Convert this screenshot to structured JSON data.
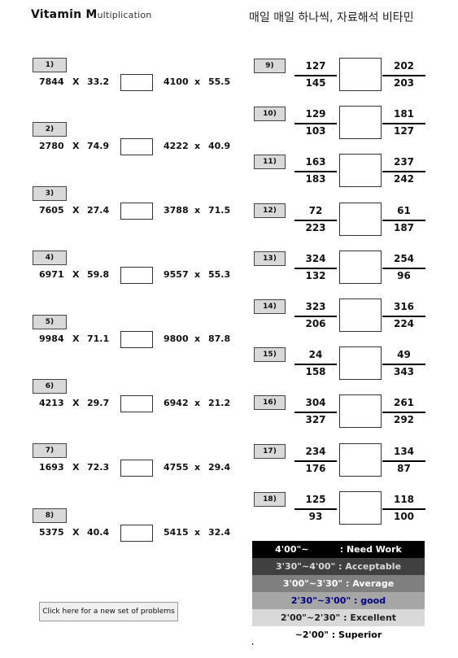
{
  "header": {
    "title": "Vitamin M",
    "title_sub": "ultiplication",
    "subtitle": "매일 매일 하나씩, 자료해석 비타민"
  },
  "left_problems": [
    {
      "num": "1)",
      "a": "7844",
      "b": "33.2",
      "c": "4100",
      "d": "55.5"
    },
    {
      "num": "2)",
      "a": "2780",
      "b": "74.9",
      "c": "4222",
      "d": "40.9"
    },
    {
      "num": "3)",
      "a": "7605",
      "b": "27.4",
      "c": "3788",
      "d": "71.5"
    },
    {
      "num": "4)",
      "a": "6971",
      "b": "59.8",
      "c": "9557",
      "d": "55.3"
    },
    {
      "num": "5)",
      "a": "9984",
      "b": "71.1",
      "c": "9800",
      "d": "87.8"
    },
    {
      "num": "6)",
      "a": "4213",
      "b": "29.7",
      "c": "6942",
      "d": "21.2"
    },
    {
      "num": "7)",
      "a": "1693",
      "b": "72.3",
      "c": "4755",
      "d": "29.4"
    },
    {
      "num": "8)",
      "a": "5375",
      "b": "40.4",
      "c": "5415",
      "d": "32.4"
    }
  ],
  "right_problems": [
    {
      "num": "9)",
      "n1": "127",
      "d1": "145",
      "n2": "202",
      "d2": "203"
    },
    {
      "num": "10)",
      "n1": "129",
      "d1": "103",
      "n2": "181",
      "d2": "127"
    },
    {
      "num": "11)",
      "n1": "163",
      "d1": "183",
      "n2": "237",
      "d2": "242"
    },
    {
      "num": "12)",
      "n1": "72",
      "d1": "223",
      "n2": "61",
      "d2": "187"
    },
    {
      "num": "13)",
      "n1": "324",
      "d1": "132",
      "n2": "254",
      "d2": "96"
    },
    {
      "num": "14)",
      "n1": "323",
      "d1": "206",
      "n2": "316",
      "d2": "224"
    },
    {
      "num": "15)",
      "n1": "24",
      "d1": "158",
      "n2": "49",
      "d2": "343"
    },
    {
      "num": "16)",
      "n1": "304",
      "d1": "327",
      "n2": "261",
      "d2": "292"
    },
    {
      "num": "17)",
      "n1": "234",
      "d1": "176",
      "n2": "134",
      "d2": "87"
    },
    {
      "num": "18)",
      "n1": "125",
      "d1": "93",
      "n2": "118",
      "d2": "100"
    }
  ],
  "operator_upper": "X",
  "operator_lower": "x",
  "legend": [
    {
      "text": "4'00\"~          : Need Work",
      "bg": "#000000",
      "fg": "#ffffff"
    },
    {
      "text": "3'30\"~4'00\" : Acceptable",
      "bg": "#404040",
      "fg": "#d9d9d9"
    },
    {
      "text": "3'00\"~3'30\" : Average",
      "bg": "#7f7f7f",
      "fg": "#ffffff"
    },
    {
      "text": "2'30\"~3'00\" : good",
      "bg": "#a6a6a6",
      "fg": "#000080"
    },
    {
      "text": "2'00\"~2'30\" : Excellent",
      "bg": "#d9d9d9",
      "fg": "#222222"
    },
    {
      "text": "~2'00\" : Superior",
      "bg": "#ffffff",
      "fg": "#000000"
    }
  ],
  "button_label": "Click here for a new set of problems"
}
